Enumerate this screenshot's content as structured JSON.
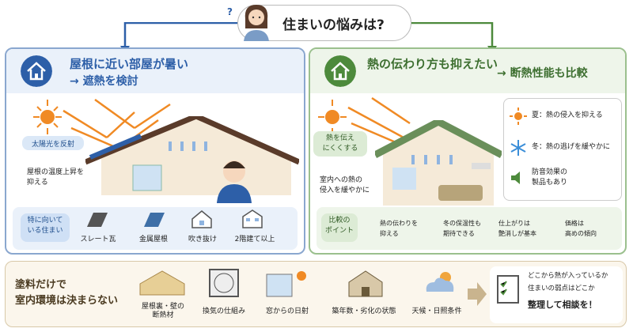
{
  "header": {
    "question": "住まいの悩みは?",
    "qmark": "?"
  },
  "left": {
    "title_line1": "屋根に近い部屋が暑い",
    "title_line2": "→ 遮熱を検討",
    "callout": "太陽光を反射",
    "note": "屋根の温度上昇を\n抑える",
    "suited_label": "特に向いて\nいる住まい",
    "suited_items": [
      "スレート瓦",
      "金属屋根",
      "吹き抜け",
      "2階建て以上"
    ]
  },
  "right": {
    "title_line1": "熱の伝わり方も抑えたい",
    "title_line2": "→ 断熱性能も比較",
    "callout": "熱を伝え\nにくくする",
    "note": "室内への熱の\n侵入を緩やかに",
    "benefits": [
      {
        "icon": "sun-icon",
        "text": "夏：熱の侵入を抑える"
      },
      {
        "icon": "snowflake-icon",
        "text": "冬：熱の逃げを緩やかに"
      },
      {
        "icon": "speaker-icon",
        "text": "防音効果の\n製品もあり"
      }
    ],
    "compare_label": "比較の\nポイント",
    "compare_items": [
      "熱の伝わりを\n抑える",
      "冬の保温性も\n期待できる",
      "仕上がりは\n艶消しが基本",
      "価格は\n高めの傾向"
    ]
  },
  "bottom": {
    "lead": "塗料だけで\n室内環境は決まらない",
    "factors": [
      "屋根裏・壁の\n断熱材",
      "換気の仕組み",
      "窓からの日射",
      "築年数・劣化の状態",
      "天候・日照条件"
    ],
    "checklist_line1": "どこから熱が入っているか",
    "checklist_line2": "住まいの弱点はどこか",
    "checklist_cta": "整理して相談を！"
  },
  "colors": {
    "blue": "#2d5fa8",
    "green": "#4d8a3c",
    "orange": "#f08a24",
    "tan": "#fbf6ec"
  }
}
